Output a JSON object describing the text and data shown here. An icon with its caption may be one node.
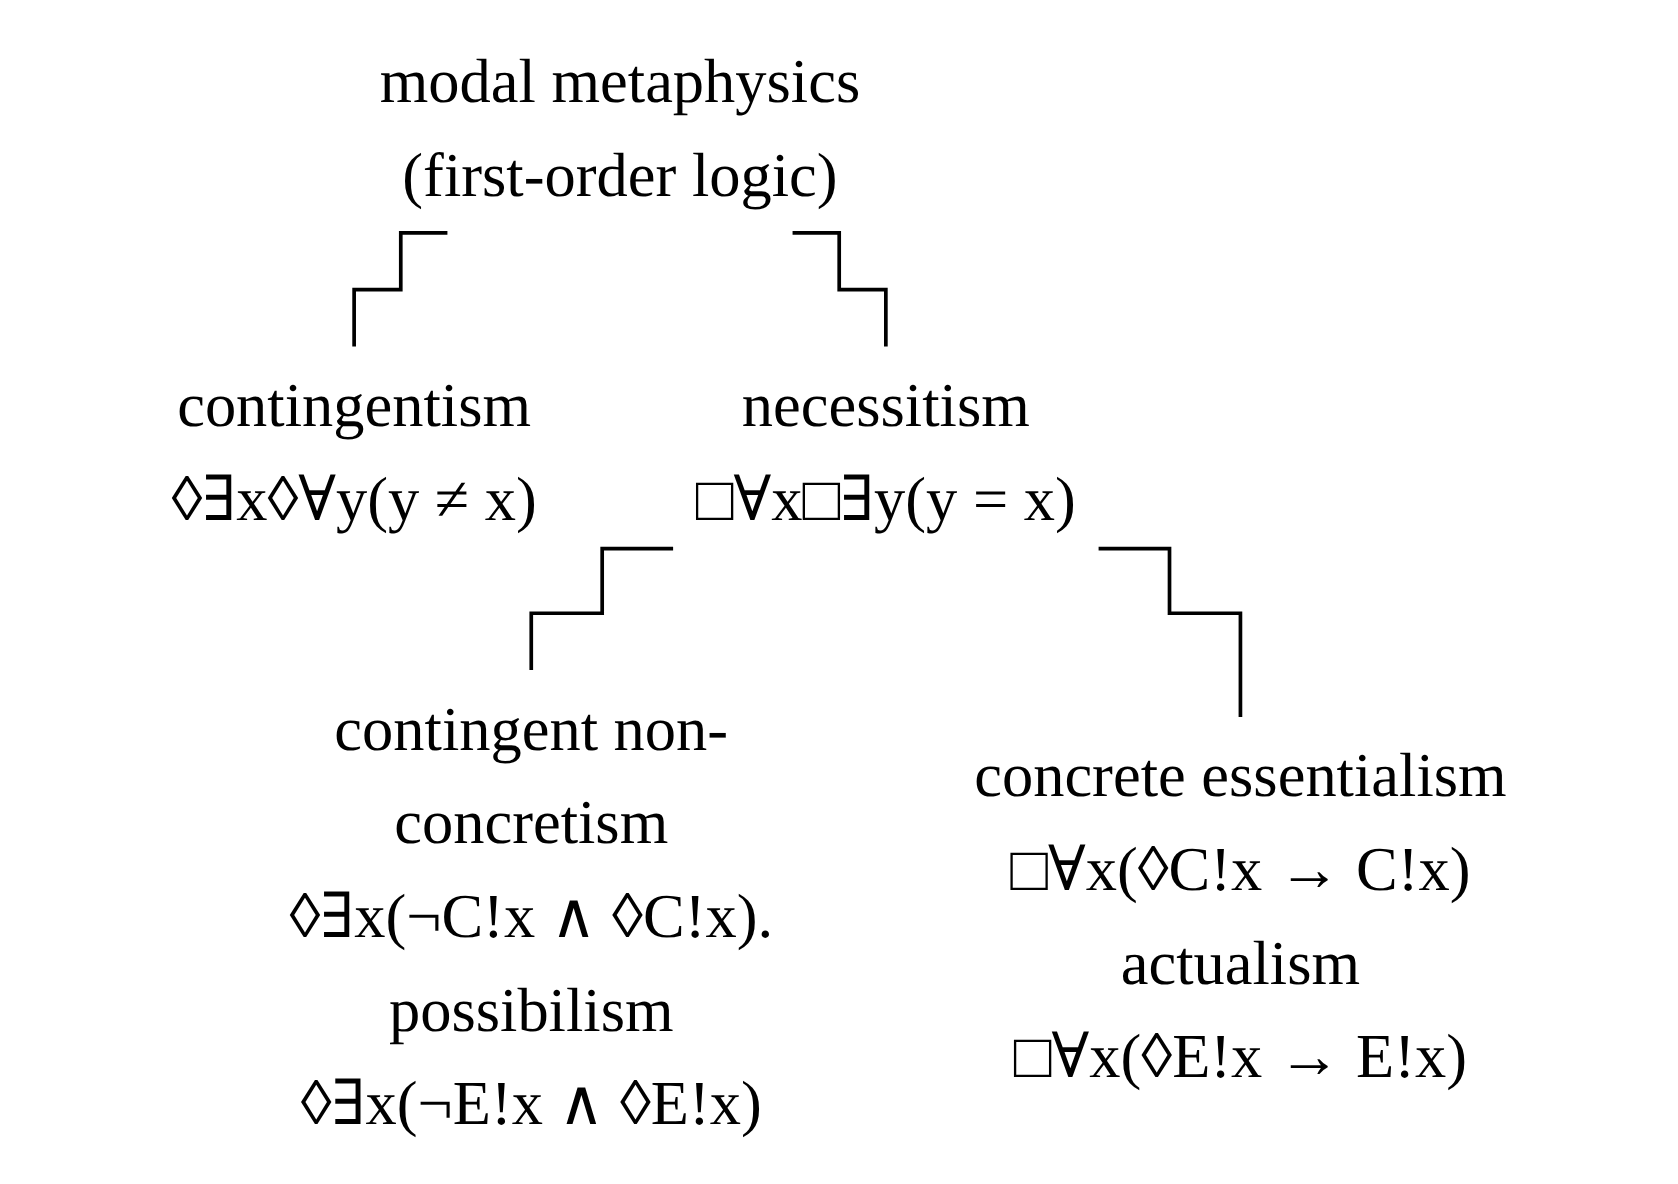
{
  "diagram": {
    "nodes": [
      {
        "text": [
          "modal metaphysics",
          "(first-order logic)"
        ]
      },
      {
        "text": [
          "contingentism",
          "◊∃x◊∀y(y ≠ x)"
        ]
      },
      {
        "text": [
          "necessitism",
          "□∀x□∃y(y = x)"
        ]
      },
      {
        "text": [
          "contingent non-concretism",
          "◊∃x(¬C!x ∧ ◊C!x).",
          "possibilism",
          "◊∃x(¬E!x ∧ ◊E!x)"
        ]
      },
      {
        "text": [
          "concrete essentialism",
          "□∀x(◊C!x → C!x)",
          "actualism",
          "□∀x(◊E!x → E!x)"
        ]
      }
    ],
    "edges": [
      {
        "from": 0,
        "to": 1,
        "arrow": "none"
      },
      {
        "from": 0,
        "to": 2,
        "arrow": "none"
      },
      {
        "from": 2,
        "to": 3,
        "arrow": "none"
      },
      {
        "from": 2,
        "to": 4,
        "arrow": "none"
      }
    ]
  }
}
